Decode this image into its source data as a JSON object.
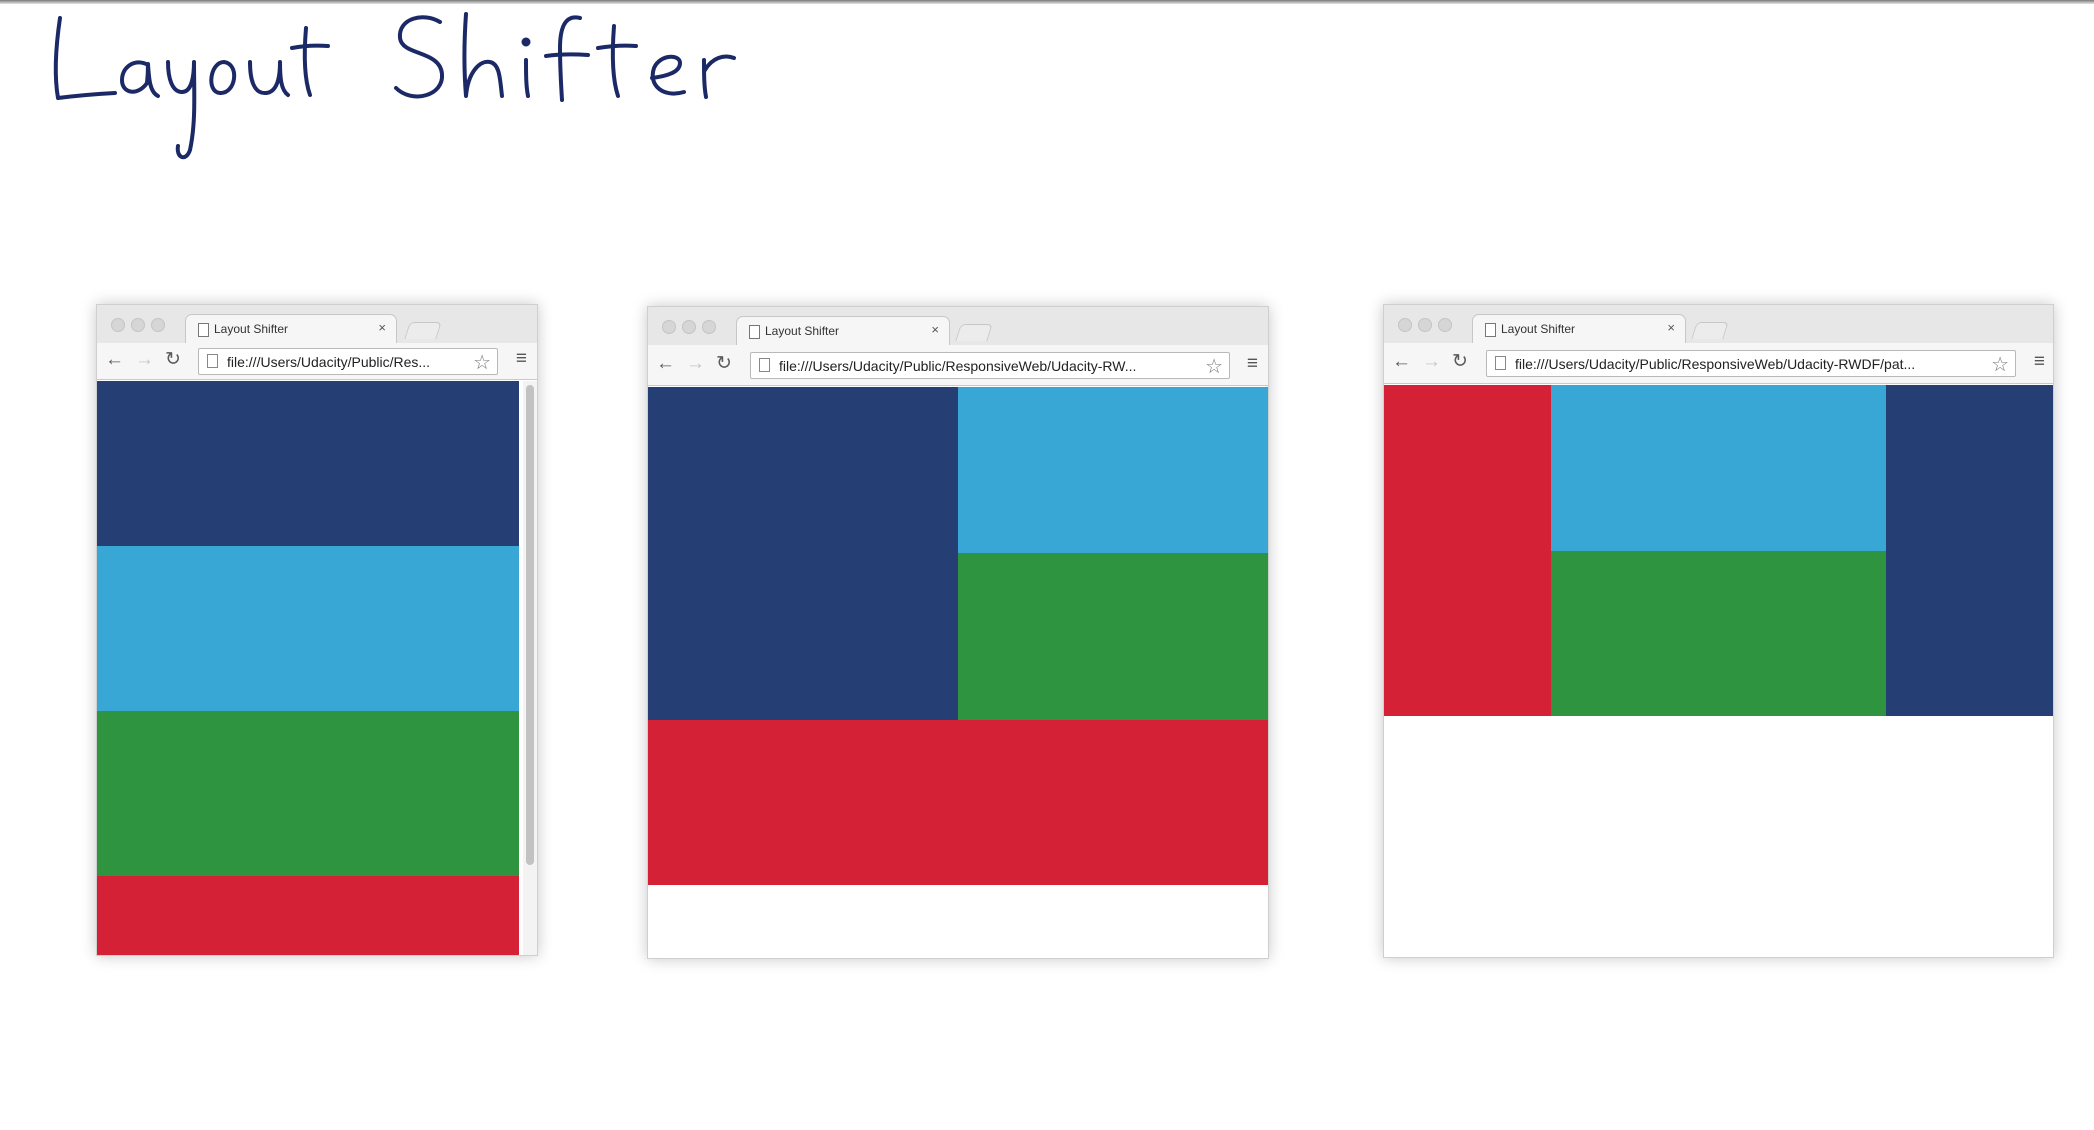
{
  "title": "Layout Shifter",
  "colors": {
    "dark_blue": "#253e74",
    "light_blue": "#38a7d5",
    "green": "#2e943f",
    "red": "#d42136"
  },
  "browsers": [
    {
      "tab_title": "Layout Shifter",
      "tab_close": "×",
      "url": "file:///Users/Udacity/Public/Res...",
      "layout": "stacked (narrow)"
    },
    {
      "tab_title": "Layout Shifter",
      "tab_close": "×",
      "url": "file:///Users/Udacity/Public/ResponsiveWeb/Udacity-RW...",
      "layout": "two columns (medium)"
    },
    {
      "tab_title": "Layout Shifter",
      "tab_close": "×",
      "url": "file:///Users/Udacity/Public/ResponsiveWeb/Udacity-RWDF/pat...",
      "layout": "three columns (wide)"
    }
  ],
  "icons": {
    "back": "←",
    "forward": "→",
    "reload": "↻",
    "star": "☆",
    "menu": "≡"
  }
}
